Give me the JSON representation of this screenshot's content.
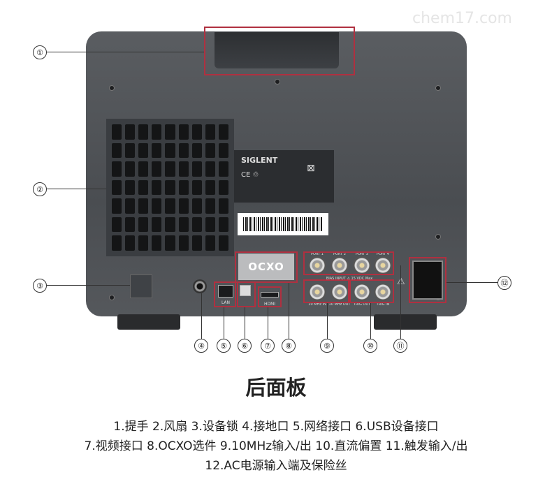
{
  "watermark": "chem17.com",
  "device": {
    "brand": "SIGLENT",
    "ocxo_label": "OCXO",
    "lan_label": "LAN",
    "hdmi_label": "HDMI",
    "port_labels": [
      "PORT 1",
      "PORT 2",
      "PORT 3",
      "PORT 4"
    ],
    "bias_label": "BIAS INPUT ⚠ 15 VDC Max",
    "bottom_bnc_labels": [
      "10 MHz IN",
      "10 MHz OUT",
      "TRIG OUT",
      "TRIG IN"
    ]
  },
  "callouts": [
    "①",
    "②",
    "③",
    "④",
    "⑤",
    "⑥",
    "⑦",
    "⑧",
    "⑨",
    "⑩",
    "⑪",
    "⑫"
  ],
  "title": "后面板",
  "caption": {
    "line1": "1.提手   2.风扇   3.设备锁   4.接地口   5.网络接口   6.USB设备接口",
    "line2": "7.视频接口   8.OCXO选件   9.10MHz输入/出   10.直流偏置   11.触发输入/出",
    "line3": "12.AC电源输入端及保险丝"
  }
}
